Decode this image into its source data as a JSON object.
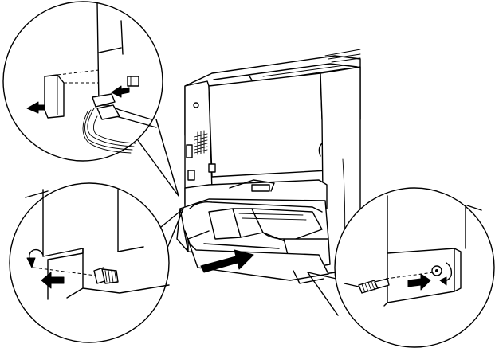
{
  "figure": {
    "background": "#ffffff",
    "line_color": "#000000",
    "callouts": [
      "connector-insertion-detail",
      "left-screw-detail",
      "right-screw-detail"
    ],
    "icons": [
      "push-arrow-icon",
      "rotate-arrow-icon",
      "thumbscrew-icon",
      "connector-plug-icon"
    ]
  }
}
